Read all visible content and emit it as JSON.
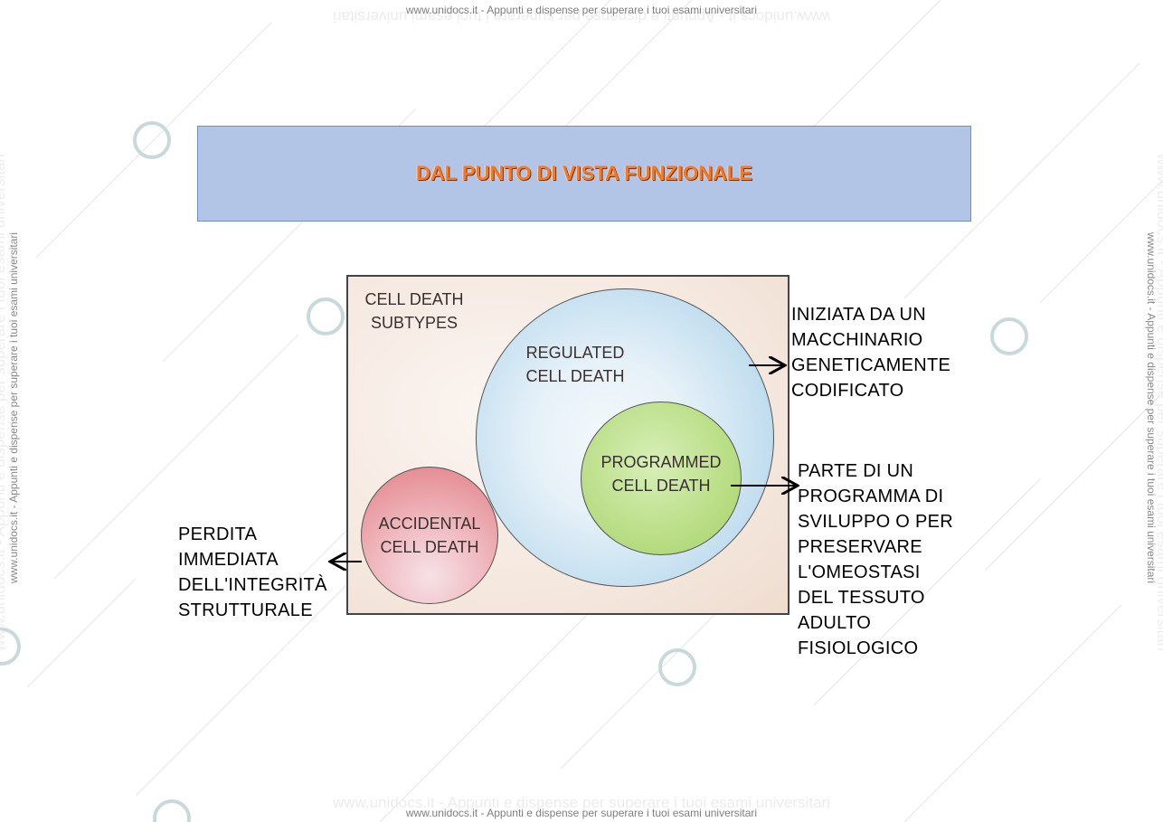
{
  "watermark": {
    "text": "www.unidocs.it - Appunti e dispense per superare i tuoi esami universitari",
    "logo_label": "www.unidocs.it"
  },
  "title": "DAL PUNTO DI VISTA FUNZIONALE",
  "diagram": {
    "box_label": "CELL DEATH SUBTYPES",
    "regulated_label": "REGULATED CELL DEATH",
    "programmed_label": "PROGRAMMED CELL DEATH",
    "accidental_label": "ACCIDENTAL CELL DEATH",
    "colors": {
      "title_fill": "#b2c5e6",
      "title_text": "#f07a30",
      "regulated": "#9fcbe7",
      "programmed": "#b9de86",
      "accidental": "#e17f86"
    }
  },
  "notes": {
    "regulated": [
      "INIZIATA DA UN",
      "MACCHINARIO",
      "GENETICAMENTE",
      "CODIFICATO"
    ],
    "programmed": [
      "PARTE DI UN",
      "PROGRAMMA DI",
      "SVILUPPO O PER",
      "PRESERVARE",
      "L'OMEOSTASI",
      "DEL TESSUTO",
      "ADULTO",
      "FISIOLOGICO"
    ],
    "accidental": [
      "PERDITA",
      "IMMEDIATA",
      "DELL'INTEGRITÀ",
      "STRUTTURALE"
    ]
  }
}
